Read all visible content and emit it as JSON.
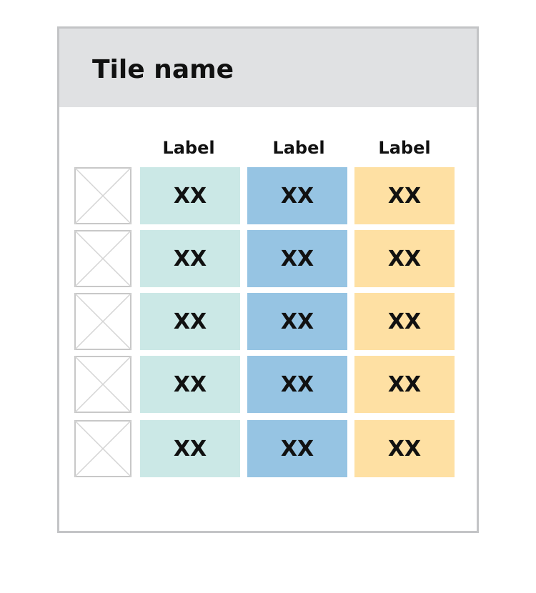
{
  "tile": {
    "title": "Tile name"
  },
  "columns": [
    {
      "label": "Label",
      "color": "#cbe8e6"
    },
    {
      "label": "Label",
      "color": "#96c4e3"
    },
    {
      "label": "Label",
      "color": "#fee0a3"
    }
  ],
  "rows": [
    {
      "image_icon": "image-placeholder-icon",
      "cells": [
        "XX",
        "XX",
        "XX"
      ]
    },
    {
      "image_icon": "image-placeholder-icon",
      "cells": [
        "XX",
        "XX",
        "XX"
      ]
    },
    {
      "image_icon": "image-placeholder-icon",
      "cells": [
        "XX",
        "XX",
        "XX"
      ]
    },
    {
      "image_icon": "image-placeholder-icon",
      "cells": [
        "XX",
        "XX",
        "XX"
      ]
    },
    {
      "image_icon": "image-placeholder-icon",
      "cells": [
        "XX",
        "XX",
        "XX"
      ]
    }
  ],
  "colors": {
    "header_background": "#e0e1e3",
    "tile_border": "#c3c4c6",
    "placeholder_stroke": "#c8c8c8"
  }
}
